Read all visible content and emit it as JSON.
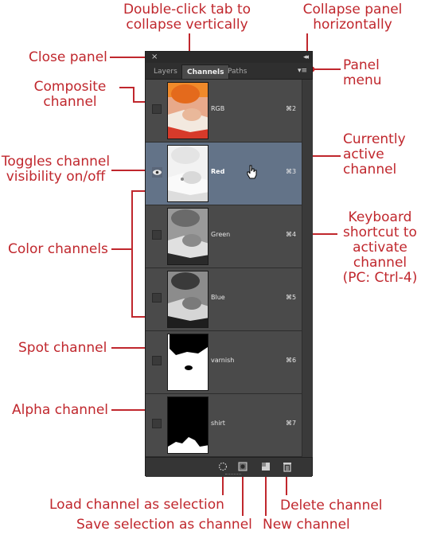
{
  "callouts": {
    "double_click_tab": "Double-click tab to\ncollapse vertically",
    "collapse_panel": "Collapse panel\nhorizontally",
    "close_panel": "Close panel",
    "panel_menu": "Panel\nmenu",
    "composite_channel": "Composite\nchannel",
    "currently_active": "Currently\nactive\nchannel",
    "toggles_visibility": "Toggles channel\nvisibility on/off",
    "keyboard_shortcut": "Keyboard\nshortcut to\nactivate\nchannel\n(PC: Ctrl-4)",
    "color_channels": "Color channels",
    "spot_channel": "Spot channel",
    "alpha_channel": "Alpha channel",
    "load_selection": "Load channel as selection",
    "save_selection": "Save selection as channel",
    "new_channel": "New channel",
    "delete_channel": "Delete channel"
  },
  "panel": {
    "close_glyph": "×",
    "collapse_glyph": "◂◂",
    "menu_glyph": "▾≡",
    "tabs": [
      {
        "label": "Layers",
        "active": false
      },
      {
        "label": "Channels",
        "active": true
      },
      {
        "label": "Paths",
        "active": false
      }
    ],
    "channels": [
      {
        "name": "RGB",
        "shortcut": "⌘2",
        "visible": false,
        "selected": false,
        "thumb": "composite"
      },
      {
        "name": "Red",
        "shortcut": "⌘3",
        "visible": true,
        "selected": true,
        "thumb": "red"
      },
      {
        "name": "Green",
        "shortcut": "⌘4",
        "visible": false,
        "selected": false,
        "thumb": "green"
      },
      {
        "name": "Blue",
        "shortcut": "⌘5",
        "visible": false,
        "selected": false,
        "thumb": "blue"
      },
      {
        "name": "varnish",
        "shortcut": "⌘6",
        "visible": false,
        "selected": false,
        "thumb": "spot"
      },
      {
        "name": "shirt",
        "shortcut": "⌘7",
        "visible": false,
        "selected": false,
        "thumb": "alpha"
      }
    ],
    "bottom_icons": [
      "load-selection-icon",
      "save-selection-icon",
      "new-channel-icon",
      "trash-icon"
    ]
  },
  "colors": {
    "callout": "#c0272d",
    "selected_row": "#637388",
    "panel_bg": "#4a4a4a"
  }
}
